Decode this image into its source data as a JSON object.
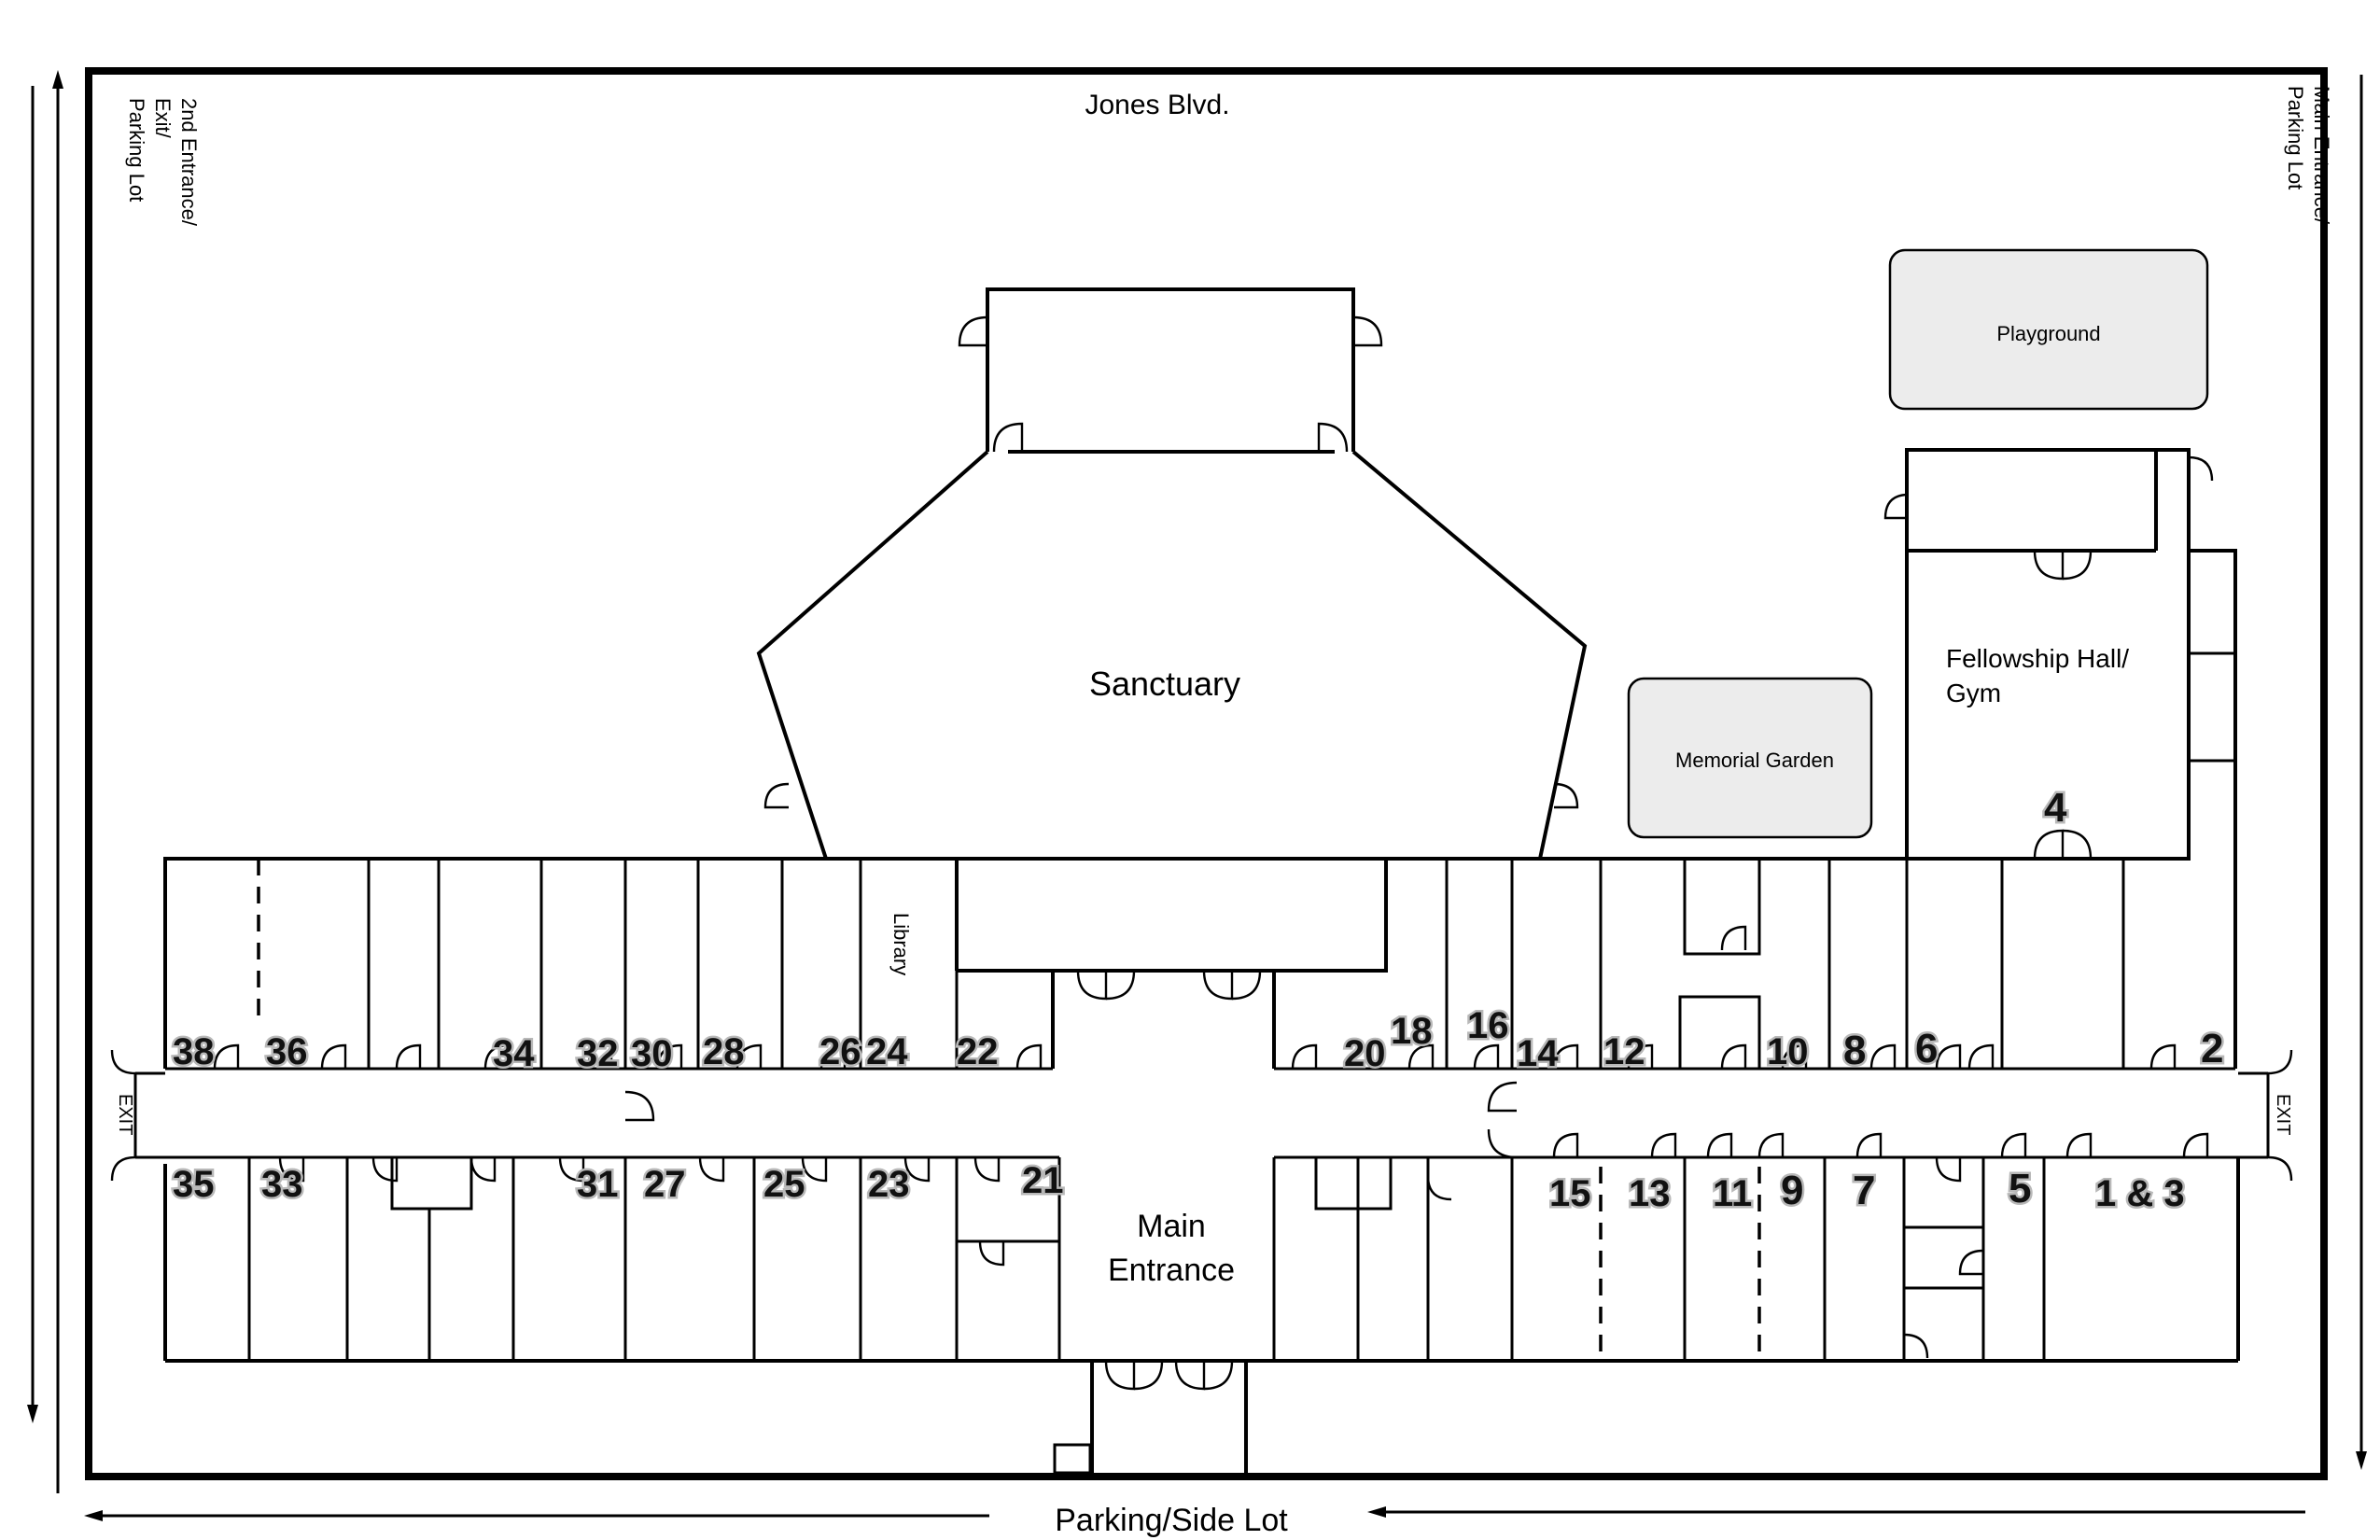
{
  "streets": {
    "top": "Jones Blvd.",
    "bottom": "Parking/Side Lot",
    "left_line1": "2nd Entrance/",
    "left_line2": "Exit/",
    "left_line3": "Parking Lot",
    "right_line1": "Main Entrance/",
    "right_line2": "Parking Lot"
  },
  "areas": {
    "sanctuary": "Sanctuary",
    "main_entrance_line1": "Main",
    "main_entrance_line2": "Entrance",
    "fellowship_line1": "Fellowship Hall/",
    "fellowship_line2": "Gym",
    "playground": "Playground",
    "memorial_garden": "Memorial Garden",
    "library": "Library",
    "exit": "EXIT"
  },
  "rooms": [
    "1 & 3",
    "2",
    "4",
    "5",
    "6",
    "7",
    "8",
    "9",
    "10",
    "11",
    "12",
    "13",
    "14",
    "15",
    "16",
    "18",
    "20",
    "21",
    "22",
    "23",
    "24",
    "25",
    "26",
    "27",
    "28",
    "30",
    "31",
    "32",
    "33",
    "34",
    "35",
    "36",
    "38"
  ],
  "colors": {
    "line": "#000000",
    "box_fill": "#ececec",
    "background": "#ffffff"
  }
}
